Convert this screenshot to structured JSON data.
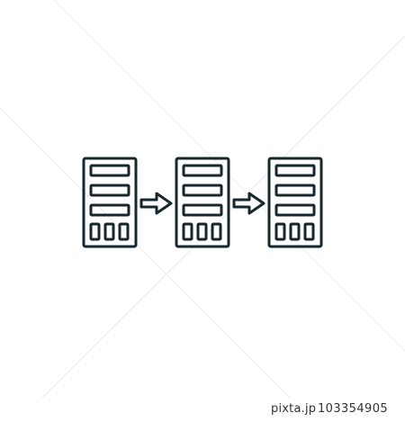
{
  "icon": {
    "name": "server-data-transfer-icon",
    "servers": 3,
    "connector": "right-arrow"
  },
  "colors": {
    "stroke": "#16272e",
    "background": "#ffffff",
    "watermark_lines": "#ebebeb"
  },
  "watermark": {
    "brand": "pixta.jp",
    "id": "103354905"
  }
}
